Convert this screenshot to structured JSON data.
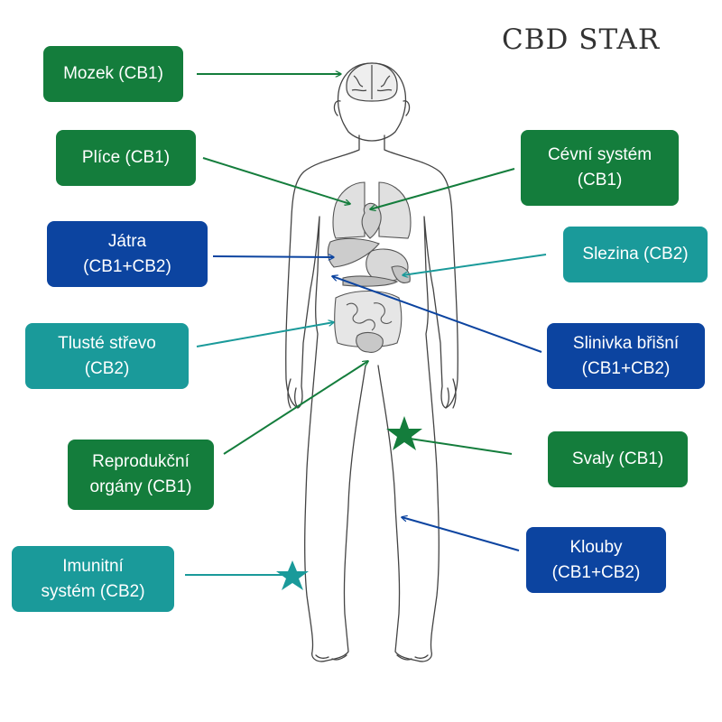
{
  "logo": "CBD STAR",
  "colors": {
    "cb1": "#147d3c",
    "cb2": "#1a9a9a",
    "cb1_cb2": "#0c44a0"
  },
  "labels": {
    "mozek": {
      "lines": [
        "Mozek (CB1)"
      ],
      "color": "#147d3c"
    },
    "plice": {
      "lines": [
        "Plíce (CB1)"
      ],
      "color": "#147d3c"
    },
    "cevni": {
      "lines": [
        "Cévní systém",
        "(CB1)"
      ],
      "color": "#147d3c"
    },
    "jatra": {
      "lines": [
        "Játra",
        "(CB1+CB2)"
      ],
      "color": "#0c44a0"
    },
    "slezina": {
      "lines": [
        "Slezina (CB2)"
      ],
      "color": "#1a9a9a"
    },
    "tluste": {
      "lines": [
        "Tlusté střevo",
        "(CB2)"
      ],
      "color": "#1a9a9a"
    },
    "slinivka": {
      "lines": [
        "Slinivka břišní",
        "(CB1+CB2)"
      ],
      "color": "#0c44a0"
    },
    "reprodukcni": {
      "lines": [
        "Reprodukční",
        "orgány (CB1)"
      ],
      "color": "#147d3c"
    },
    "svaly": {
      "lines": [
        "Svaly (CB1)"
      ],
      "color": "#147d3c"
    },
    "imunitni": {
      "lines": [
        "Imunitní",
        "systém (CB2)"
      ],
      "color": "#1a9a9a"
    },
    "klouby": {
      "lines": [
        "Klouby",
        "(CB1+CB2)"
      ],
      "color": "#0c44a0"
    }
  }
}
